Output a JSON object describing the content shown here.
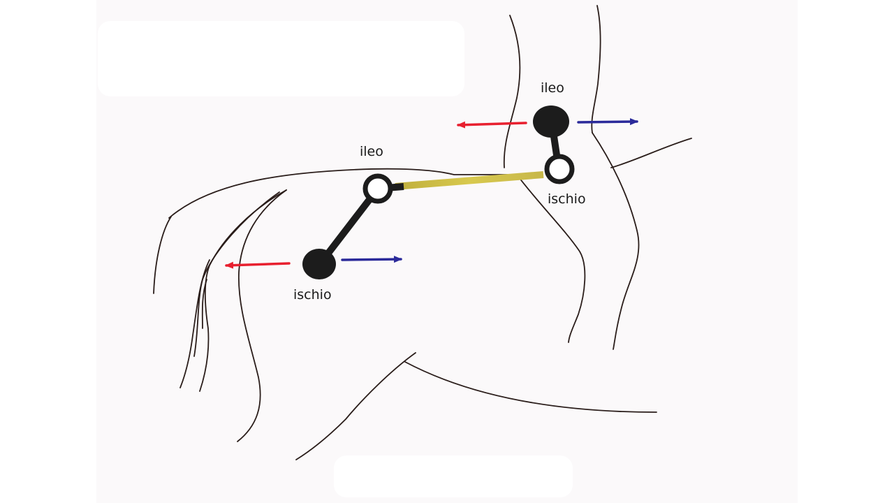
{
  "labels": {
    "left_top": "ileo",
    "left_bottom": "ischio",
    "right_top": "ileo",
    "right_bottom": "ischio"
  },
  "colors": {
    "outline": "#2a1d1a",
    "bone": "#1c1c1c",
    "arrow_red": "#e8202f",
    "arrow_blue": "#2b2a9a",
    "band": "#c9b84a",
    "paper": "#fbf9fa"
  }
}
